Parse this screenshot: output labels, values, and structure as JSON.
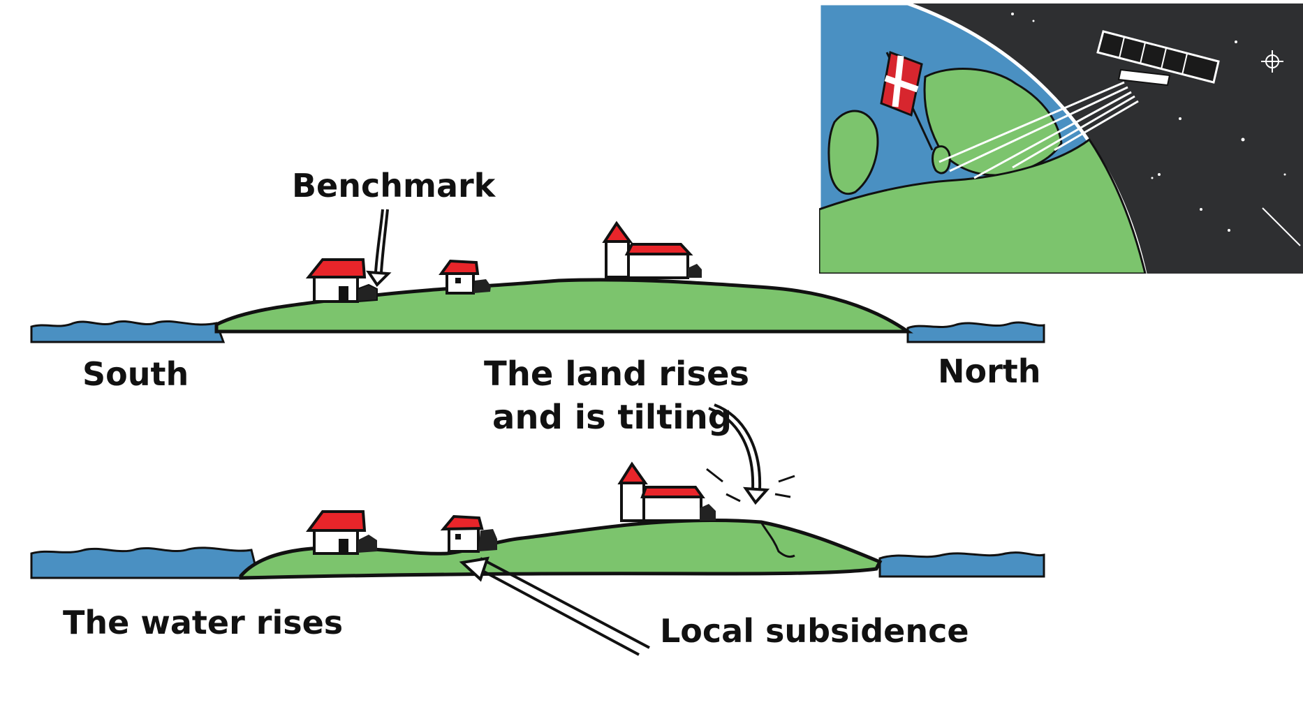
{
  "labels": {
    "benchmark": "Benchmark",
    "south": "South",
    "north": "North",
    "land_rises_line1": "The land rises",
    "land_rises_line2": "and is tilting",
    "water_rises": "The water rises",
    "local_subsidence": "Local subsidence"
  },
  "icons": {
    "flag": "danish-flag-icon",
    "satellite": "satellite-icon",
    "crosshair": "crosshair-icon"
  },
  "colors": {
    "land": "#7cc46d",
    "sea": "#4a90c2",
    "roof": "#e8252a",
    "space": "#2e2f31",
    "flag_red": "#d7262e",
    "ink": "#111111"
  }
}
